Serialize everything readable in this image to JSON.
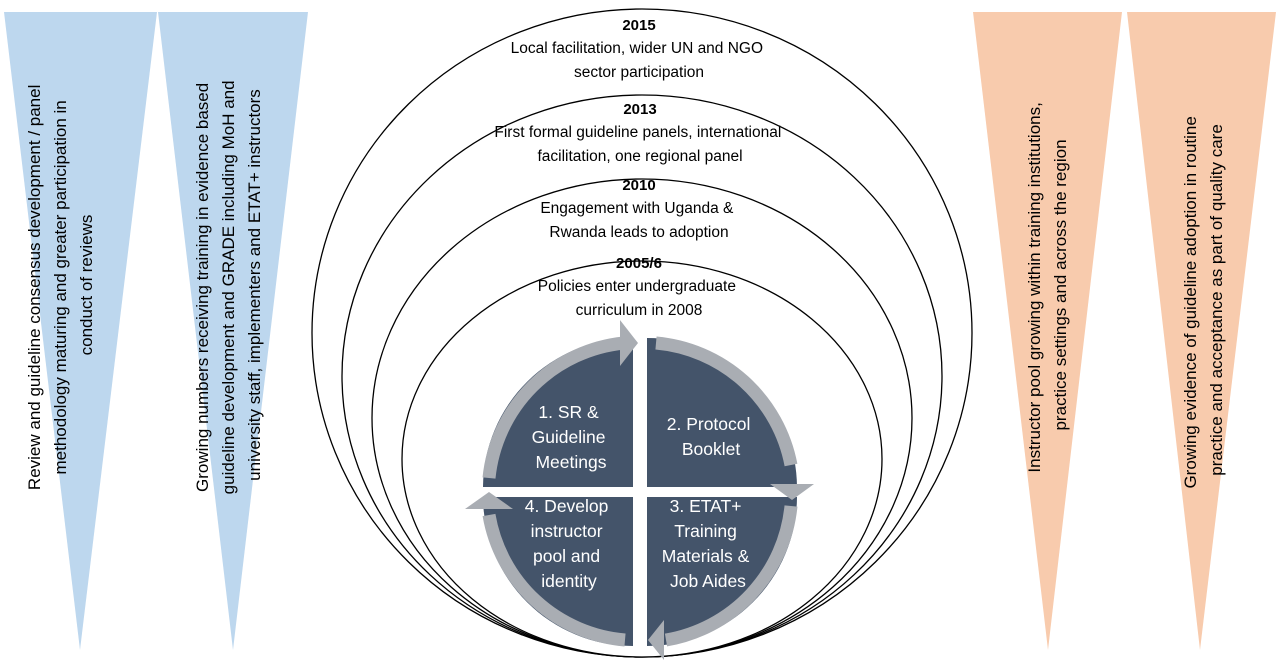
{
  "left_triangles": [
    {
      "lines": [
        "Review and guideline consensus development / panel",
        "methodology maturing and greater participation in",
        "conduct of reviews"
      ]
    },
    {
      "lines": [
        "Growing numbers receiving training in evidence based",
        "guideline development and GRADE including MoH and",
        "university staff,  implementers and ETAT+ instructors"
      ]
    }
  ],
  "right_triangles": [
    {
      "lines": [
        "Instructor pool growing within training institutions,",
        "practice settings and across the region"
      ]
    },
    {
      "lines": [
        "Growing evidence of guideline adoption in routine",
        "practice and acceptance as part of quality care"
      ]
    }
  ],
  "stages": [
    {
      "year": "2015",
      "lines": [
        "Local facilitation, wider UN and NGO",
        "sector participation"
      ]
    },
    {
      "year": "2013",
      "lines": [
        "First formal guideline panels, international",
        "facilitation, one regional panel"
      ]
    },
    {
      "year": "2010",
      "lines": [
        "Engagement with Uganda &",
        "Rwanda leads to adoption"
      ]
    },
    {
      "year": "2005/6",
      "lines": [
        "Policies enter undergraduate",
        "curriculum in 2008"
      ]
    }
  ],
  "cycle": [
    {
      "lines": [
        "1. SR &",
        "Guideline",
        "Meetings"
      ]
    },
    {
      "lines": [
        "2. Protocol",
        "Booklet"
      ]
    },
    {
      "lines": [
        "3. ETAT+",
        "Training",
        "Materials &",
        "Job Aides"
      ]
    },
    {
      "lines": [
        "4. Develop",
        "instructor",
        "pool and",
        "identity"
      ]
    }
  ],
  "colors": {
    "blue": "#bdd7ee",
    "peach": "#f8cbad",
    "navy": "#44546a",
    "arrow": "#a9adb3",
    "stroke": "#000000"
  }
}
